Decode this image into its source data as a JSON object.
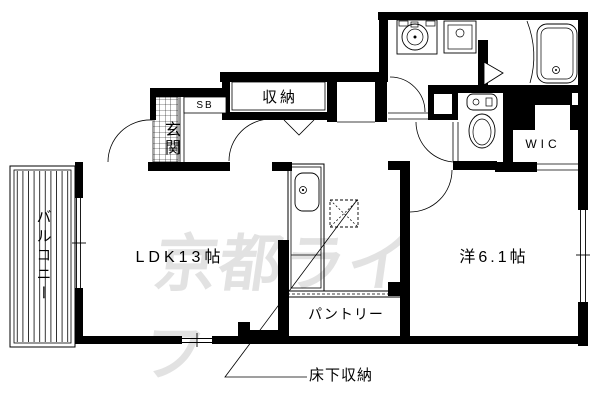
{
  "floor_plan": {
    "title": "apartment-floor-plan",
    "watermark": "京都ライフ",
    "rooms": {
      "balcony": {
        "label": "バルコニー"
      },
      "ldk": {
        "label": "LDK13帖"
      },
      "western_room": {
        "label": "洋6.1帖"
      },
      "entrance": {
        "label": "玄関"
      },
      "shoe_box": {
        "label": "SB"
      },
      "storage": {
        "label": "収納"
      },
      "walk_in_closet": {
        "label": "WIC"
      },
      "pantry": {
        "label": "パントリー"
      },
      "underfloor_storage": {
        "label": "床下収納"
      }
    },
    "fixtures": [
      "kitchen-sink",
      "washbasin",
      "washing-machine-pan",
      "bathtub",
      "toilet",
      "underfloor-storage-marker",
      "entrance-door-arc",
      "ldk-door-arc",
      "washroom-door-arc",
      "toilet-door-arc",
      "western-room-door-arc",
      "closet-folding-door",
      "bathroom-folding-door"
    ],
    "colors": {
      "background": "#ffffff",
      "wall": "#000000",
      "watermark": "#e2e2e2"
    }
  }
}
